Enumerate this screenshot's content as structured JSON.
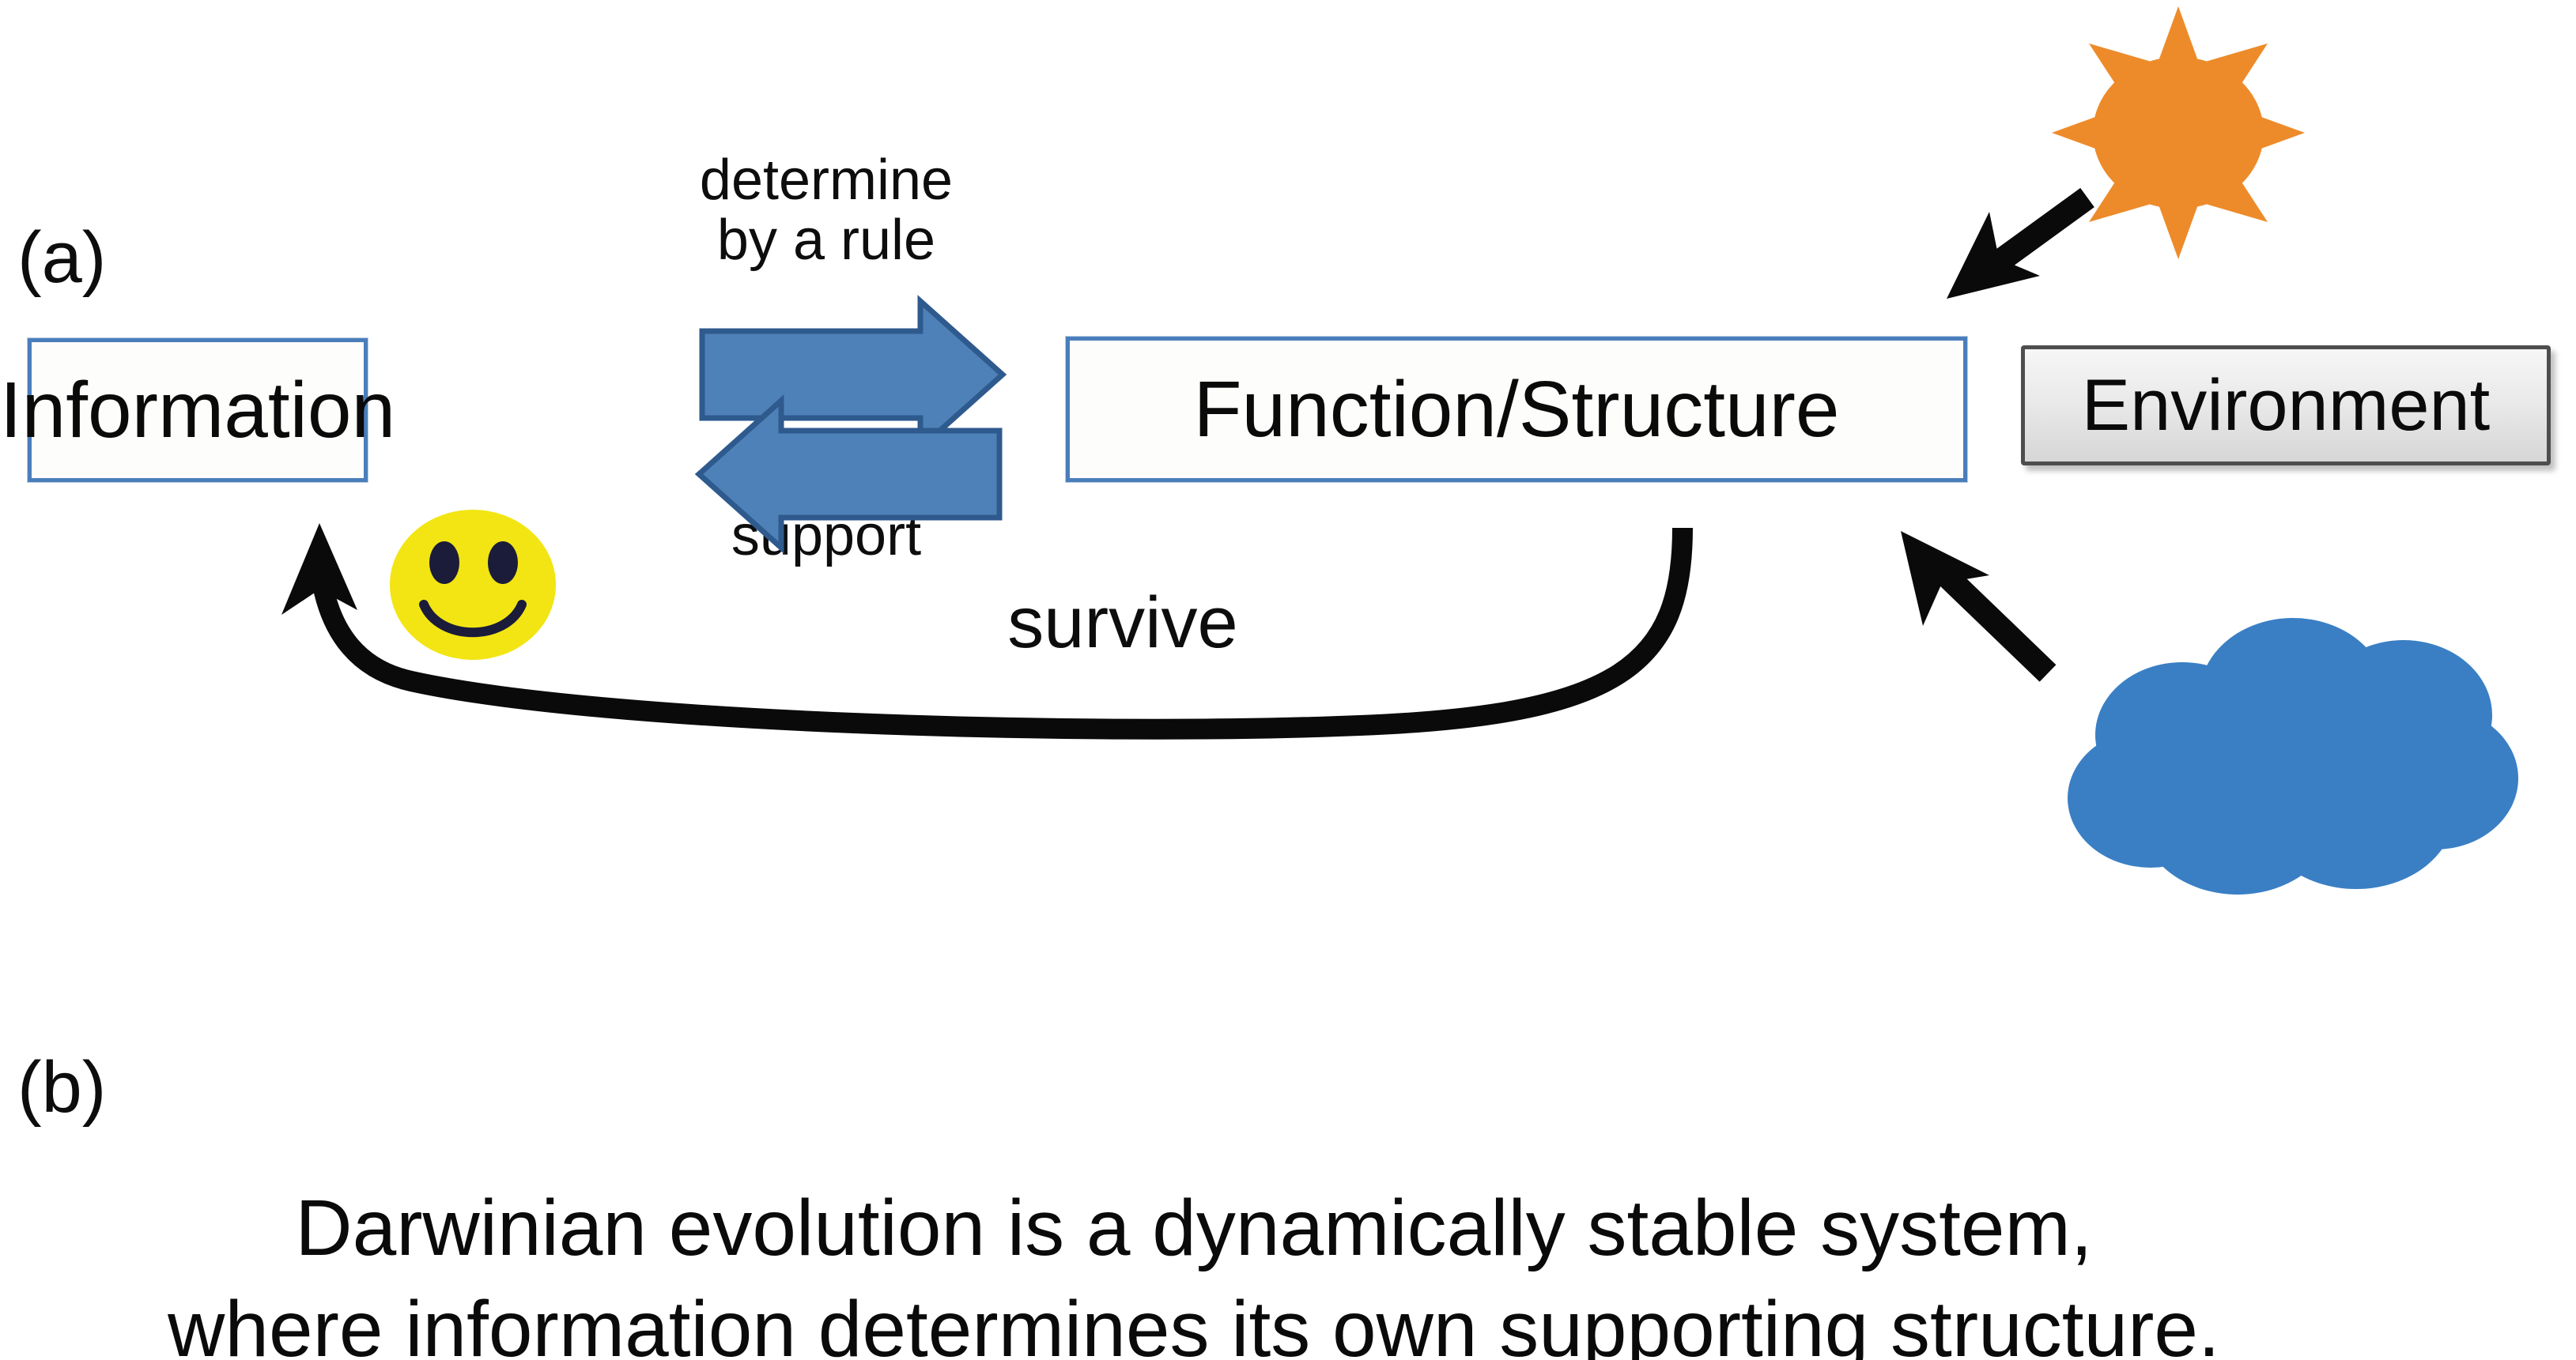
{
  "figure": {
    "panel_a_label": "(a)",
    "panel_b_label": "(b)",
    "background_color": "#ffffff"
  },
  "colors": {
    "box_border_blue": "#4a7ebb",
    "box_fill_blue": "#fdfdfb",
    "block_arrow_fill": "#4e81b8",
    "block_arrow_stroke": "#2e5a8e",
    "environment_border": "#4e4e4e",
    "environment_fill_top": "#f6f6f6",
    "environment_fill_bottom": "#d6d6d6",
    "sun_orange": "#ed8b2a",
    "cloud_blue": "#3a7fc4",
    "smiley_yellow": "#f2e513",
    "smiley_feature": "#1b1b3a",
    "arrow_black": "#0a0a0a"
  },
  "diagram": {
    "nodes": [
      {
        "id": "information",
        "label": "Information",
        "style": "blue-outline-box"
      },
      {
        "id": "function_structure",
        "label": "Function/Structure",
        "style": "blue-outline-box"
      },
      {
        "id": "environment",
        "label": "Environment",
        "style": "gray-gradient-box"
      }
    ],
    "edges": [
      {
        "id": "determine",
        "label_line1": "determine",
        "label_line2": "by a rule",
        "from": "information",
        "to": "function_structure",
        "style": "blue-block-arrow-right"
      },
      {
        "id": "support",
        "label_line1": "support",
        "from": "function_structure",
        "to": "information",
        "style": "blue-block-arrow-left"
      },
      {
        "id": "survive",
        "label_line1": "survive",
        "from": "function_structure",
        "to": "information",
        "style": "black-curved-arrow"
      },
      {
        "id": "sun-to-environment",
        "label_line1": "",
        "from": "sun",
        "to": "environment",
        "style": "black-straight-arrow-down-left"
      },
      {
        "id": "cloud-to-function-structure",
        "label_line1": "",
        "from": "cloud",
        "to": "function_structure",
        "style": "black-straight-arrow-up-left"
      }
    ],
    "decorations": [
      {
        "id": "sun",
        "name": "sun-icon",
        "color": "#ed8b2a",
        "rays": 8
      },
      {
        "id": "cloud",
        "name": "cloud-icon",
        "color": "#3a7fc4"
      },
      {
        "id": "smiley",
        "name": "smiley-face-icon",
        "color": "#f2e513"
      }
    ]
  },
  "caption": {
    "line1": "Darwinian evolution is a dynamically stable system,",
    "line2": "where information determines its own supporting structure."
  }
}
